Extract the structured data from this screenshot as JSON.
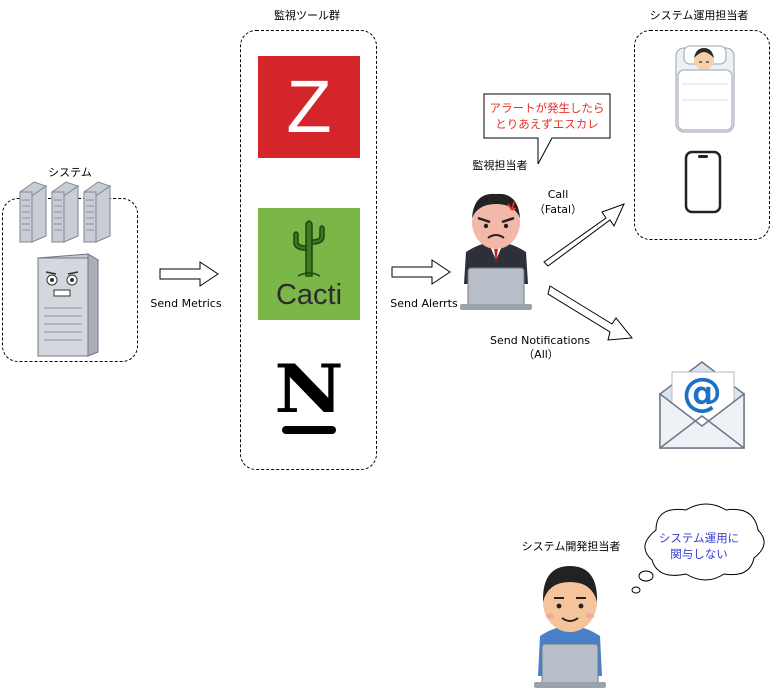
{
  "labels": {
    "system": "システム",
    "tools_group": "監視ツール群",
    "ops_team": "システム運用担当者",
    "monitor_staff": "監視担当者",
    "dev_team": "システム開発担当者"
  },
  "arrows": {
    "send_metrics": "Send Metrics",
    "send_alerts": "Send Alerrts",
    "call": "Call",
    "call_sub": "（Fatal）",
    "send_notifications": "Send Notifications",
    "send_notifications_sub": "（All）"
  },
  "bubbles": {
    "monitor_line1": "アラートが発生したら",
    "monitor_line2": "とりあえずエスカレ",
    "dev_line1": "システム運用に",
    "dev_line2": "関与しない"
  },
  "logos": {
    "zabbix_letter": "Z",
    "cacti_text": "Cacti",
    "nagios_letter": "N"
  },
  "email": {
    "at_symbol": "@"
  },
  "colors": {
    "zabbix_red": "#d3252a",
    "cacti_green": "#7ab648",
    "alert_red": "#e8312a",
    "dev_blue": "#3a3ad8"
  }
}
